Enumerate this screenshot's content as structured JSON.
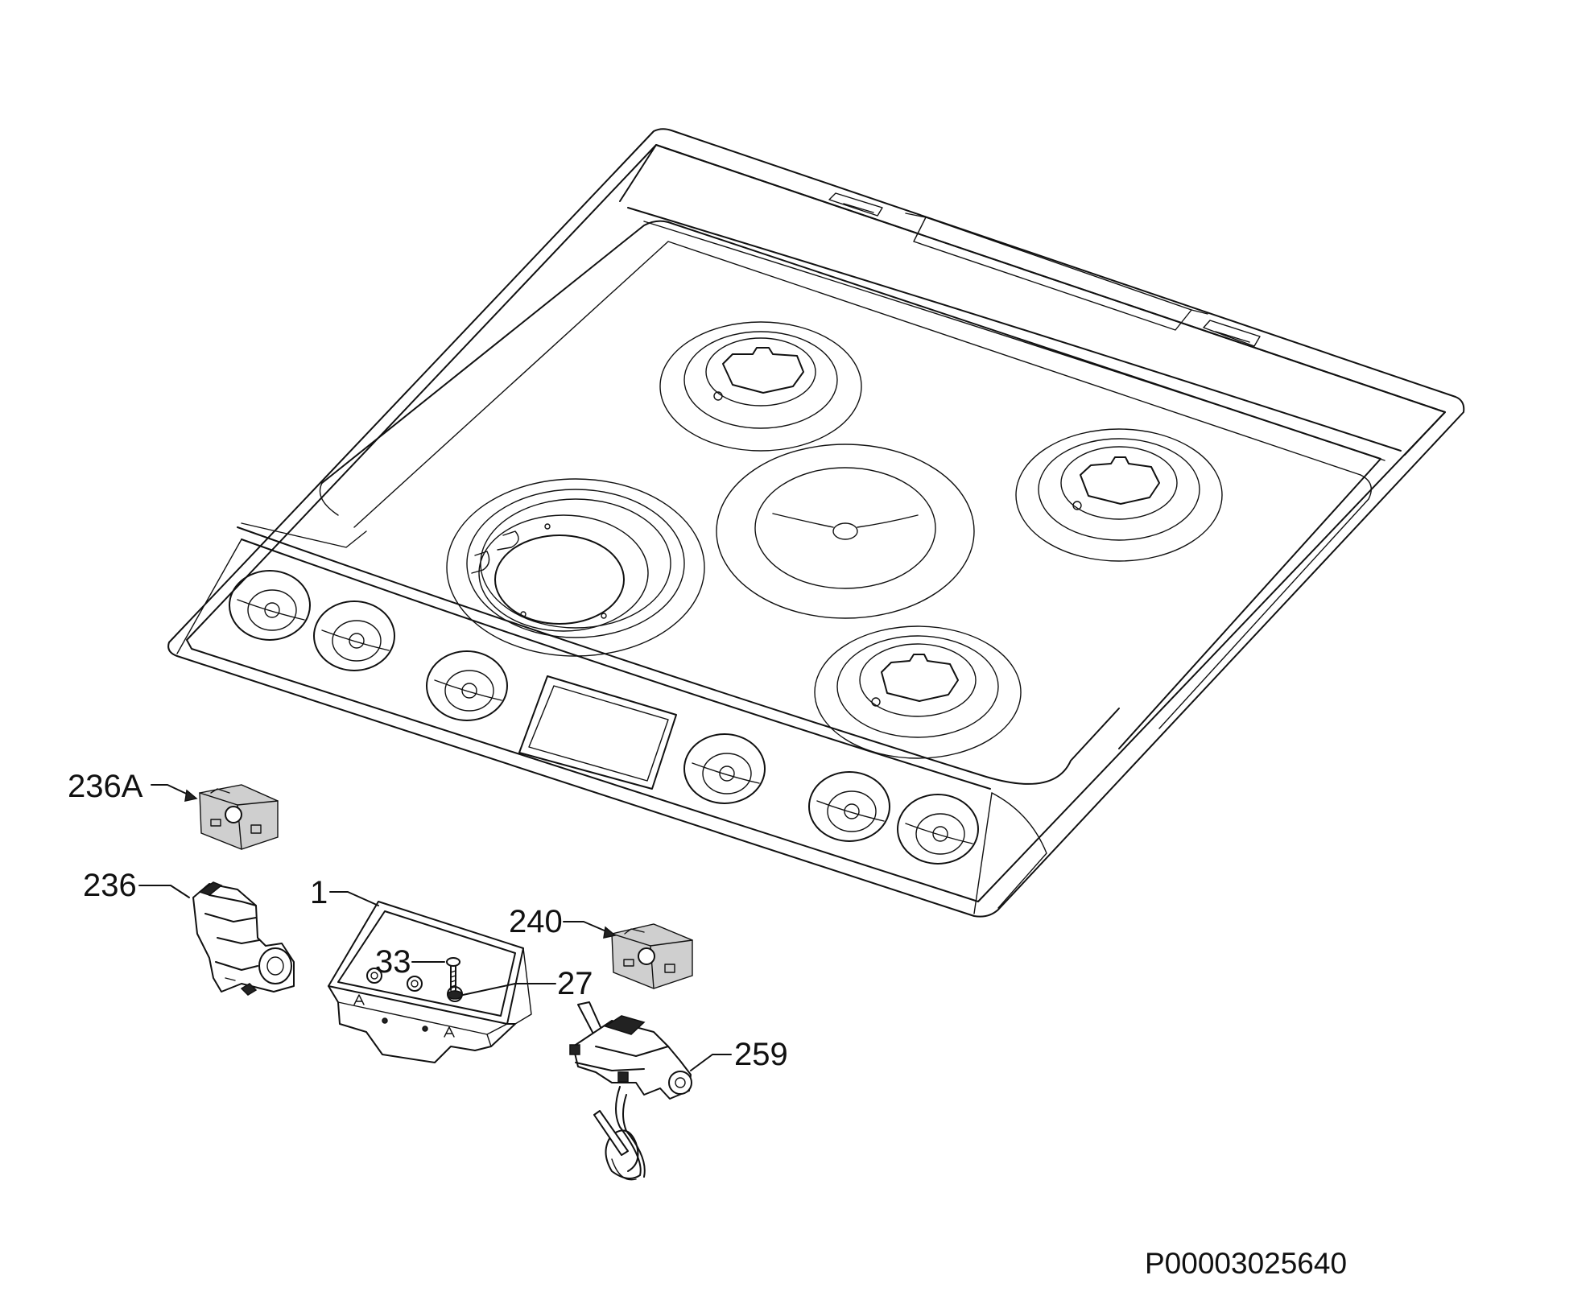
{
  "callouts": {
    "label_236A": "236A",
    "label_236": "236",
    "label_1": "1",
    "label_240": "240",
    "label_33": "33",
    "label_27": "27",
    "label_259": "259"
  },
  "drawing_code": "P00003025640"
}
